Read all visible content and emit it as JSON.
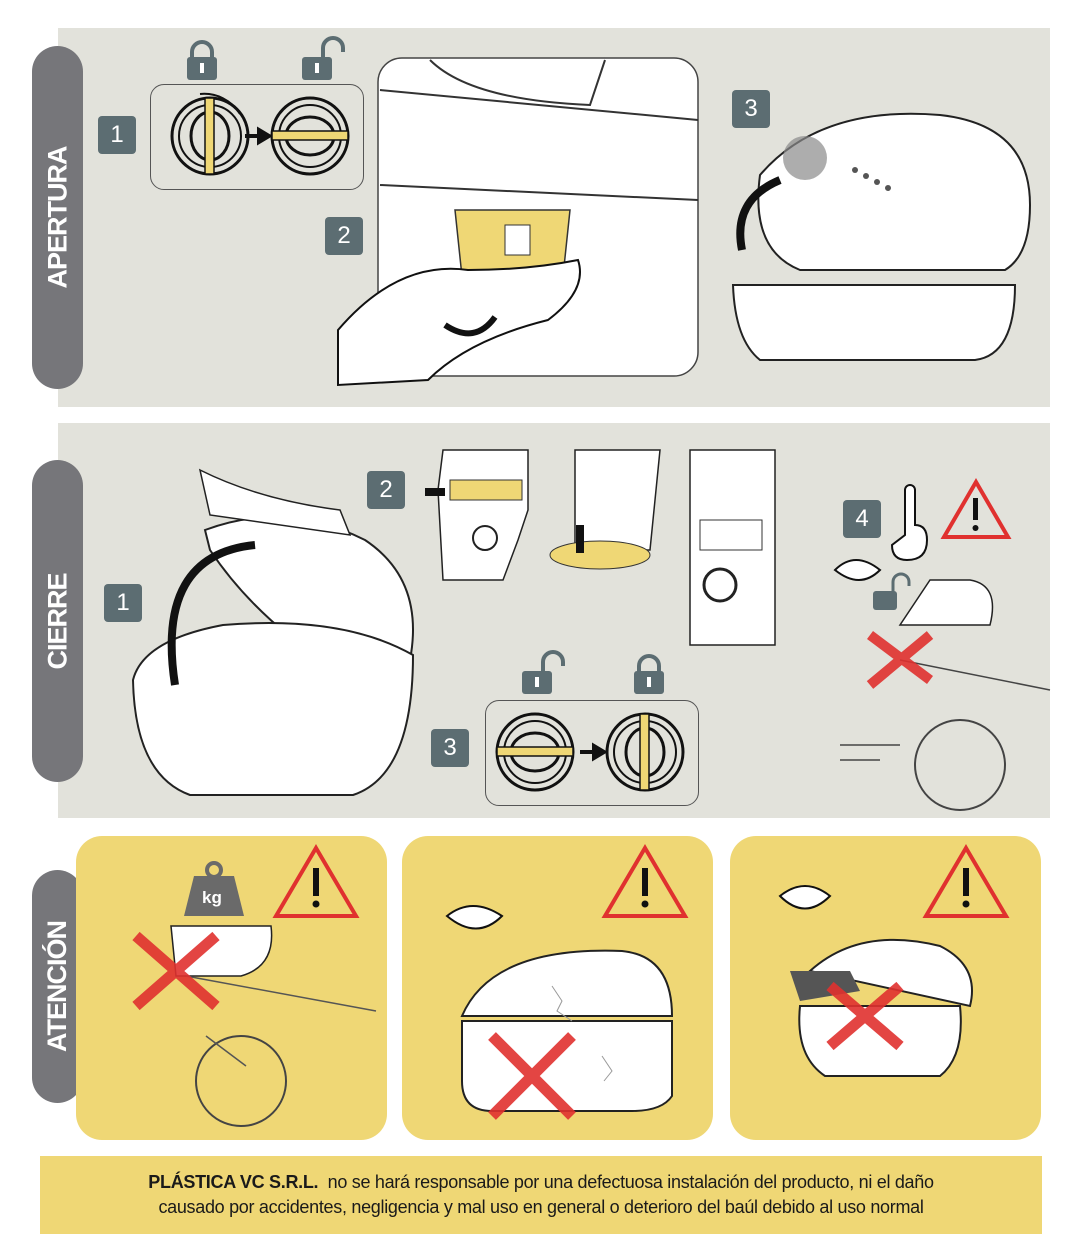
{
  "sections": {
    "apertura": {
      "label": "APERTURA",
      "steps": [
        "1",
        "2",
        "3"
      ]
    },
    "cierre": {
      "label": "CIERRE",
      "steps": [
        "1",
        "2",
        "3",
        "4"
      ]
    },
    "atencion": {
      "label": "ATENCIÓN"
    }
  },
  "weight_label": "kg",
  "footer": {
    "company": "PLÁSTICA VC S.R.L.",
    "line1": "no se hará responsable por una defectuosa instalación del producto, ni el daño",
    "line2": "causado por accidentes, negligencia y mal uso en general o deterioro del baúl debido al uso normal"
  },
  "colors": {
    "panel": "#e2e2db",
    "tab": "#76767a",
    "badge": "#5c6d72",
    "yellow": "#efd775",
    "warning_red": "#e0312f"
  }
}
